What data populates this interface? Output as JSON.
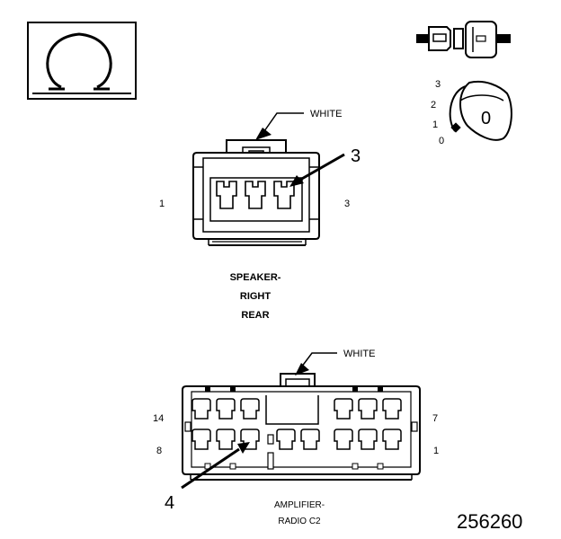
{
  "symbol": {
    "icon": "ohm-symbol-icon"
  },
  "key_selector": {
    "icon": "connector-key-icon",
    "positions": [
      "3",
      "2",
      "1",
      "0"
    ],
    "key_value": "0"
  },
  "speaker_connector": {
    "color_label": "WHITE",
    "callout": "3",
    "pin_left": "1",
    "pin_right": "3",
    "title_lines": [
      "SPEAKER-",
      "RIGHT",
      "REAR"
    ]
  },
  "amplifier_connector": {
    "color_label": "WHITE",
    "callout": "4",
    "pin_top_left": "14",
    "pin_top_right": "7",
    "pin_bottom_left": "8",
    "pin_bottom_right": "1",
    "title_lines": [
      "AMPLIFIER-",
      "RADIO C2"
    ]
  },
  "figure_number": "256260"
}
